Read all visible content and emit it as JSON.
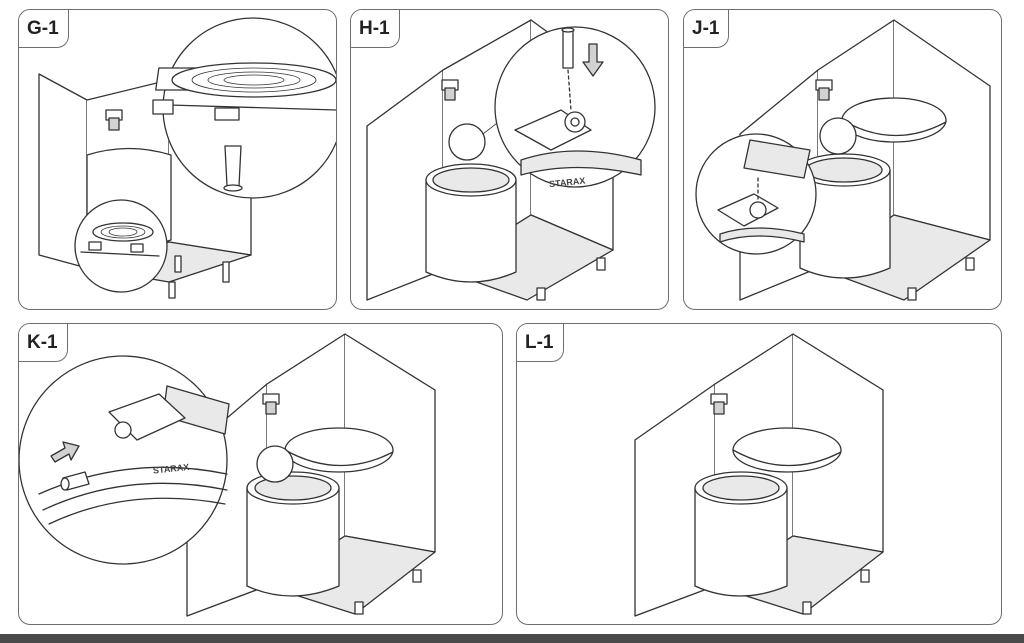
{
  "panels": [
    {
      "label": "G-1"
    },
    {
      "label": "H-1"
    },
    {
      "label": "J-1"
    },
    {
      "label": "K-1"
    },
    {
      "label": "L-1"
    }
  ],
  "brand_mark": {
    "text": "STARAX"
  },
  "colors": {
    "border": "#6e6e6e",
    "line": "#333333",
    "bar": "#4a4a4a"
  }
}
